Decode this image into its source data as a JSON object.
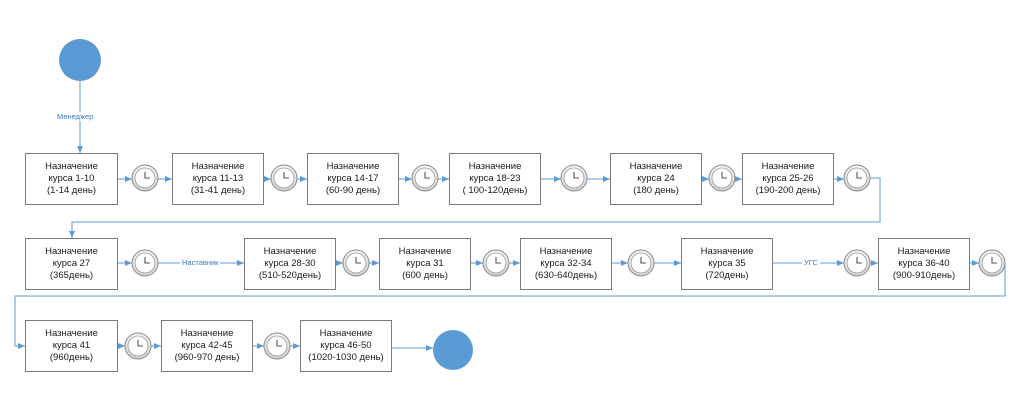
{
  "diagram": {
    "start_label": "Менеджер",
    "edge_labels": {
      "mentor": "Наставник",
      "ugs": "УГС"
    },
    "steps": [
      {
        "l1": "Назначение",
        "l2": "курса 1-10",
        "l3": "(1-14 день)"
      },
      {
        "l1": "Назначение",
        "l2": "курса 11-13",
        "l3": "(31-41 день)"
      },
      {
        "l1": "Назначение",
        "l2": "курса 14-17",
        "l3": "(60-90 день)"
      },
      {
        "l1": "Назначение",
        "l2": "курса 18-23",
        "l3": "( 100-120день)"
      },
      {
        "l1": "Назначение",
        "l2": "курса 24",
        "l3": "(180 день)"
      },
      {
        "l1": "Назначение",
        "l2": "курса 25-26",
        "l3": "(190-200 день)"
      },
      {
        "l1": "Назначение",
        "l2": "курса 27",
        "l3": "(365день)"
      },
      {
        "l1": "Назначение",
        "l2": "курса 28-30",
        "l3": "(510-520день)"
      },
      {
        "l1": "Назначение",
        "l2": "курса 31",
        "l3": "(600 день)"
      },
      {
        "l1": "Назначение",
        "l2": "курса 32-34",
        "l3": "(630-640день)"
      },
      {
        "l1": "Назначение",
        "l2": "курса 35",
        "l3": "(720день)"
      },
      {
        "l1": "Назначение",
        "l2": "курса 36-40",
        "l3": "(900-910день)"
      },
      {
        "l1": "Назначение",
        "l2": "курса 41",
        "l3": "(960день)"
      },
      {
        "l1": "Назначение",
        "l2": "курса 42-45",
        "l3": "(960-970 день)"
      },
      {
        "l1": "Назначение",
        "l2": "курса 46-50",
        "l3": "(1020-1030 день)"
      }
    ],
    "colors": {
      "event": "#5b9bd5",
      "arrow": "#5b9bd5",
      "box_border": "#7a7a7a",
      "timer": "#8a8a8a"
    }
  }
}
